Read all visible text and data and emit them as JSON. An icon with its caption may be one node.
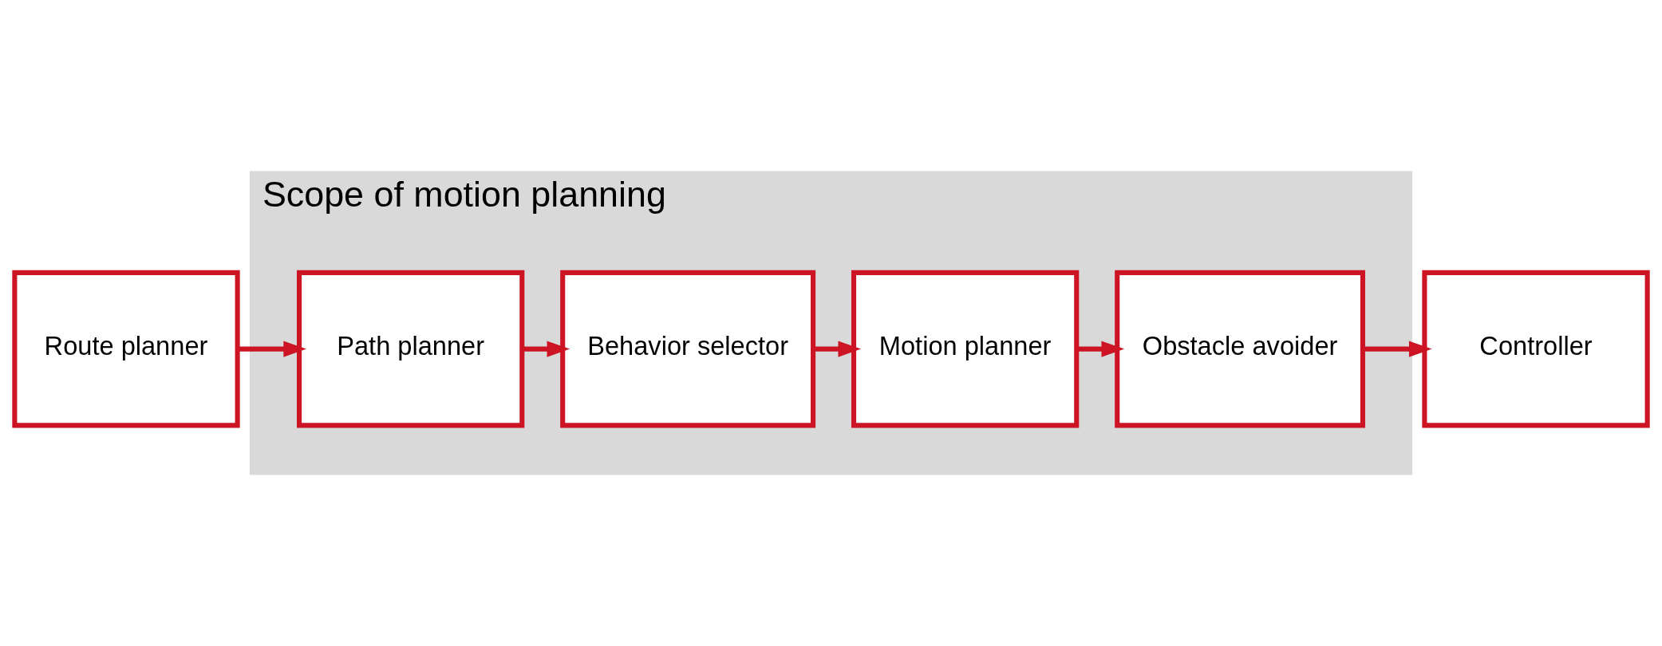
{
  "diagram": {
    "nodes": [
      {
        "text": [
          "Route planner"
        ]
      },
      {
        "text": [
          "Scope of motion planning"
        ]
      },
      {
        "text": [
          "Path planner"
        ],
        "in": 1
      },
      {
        "text": [
          "Behavior selector"
        ],
        "in": 1
      },
      {
        "text": [
          "Motion planner"
        ],
        "in": 1
      },
      {
        "text": [
          "Obstacle avoider"
        ],
        "in": 1
      },
      {
        "text": [
          "Controller"
        ]
      }
    ],
    "edges": [
      {
        "from": 0,
        "to": 2,
        "arrow": "to"
      },
      {
        "from": 2,
        "to": 3,
        "arrow": "to"
      },
      {
        "from": 3,
        "to": 4,
        "arrow": "to"
      },
      {
        "from": 4,
        "to": 5,
        "arrow": "to"
      },
      {
        "from": 5,
        "to": 6,
        "arrow": "to"
      }
    ]
  }
}
